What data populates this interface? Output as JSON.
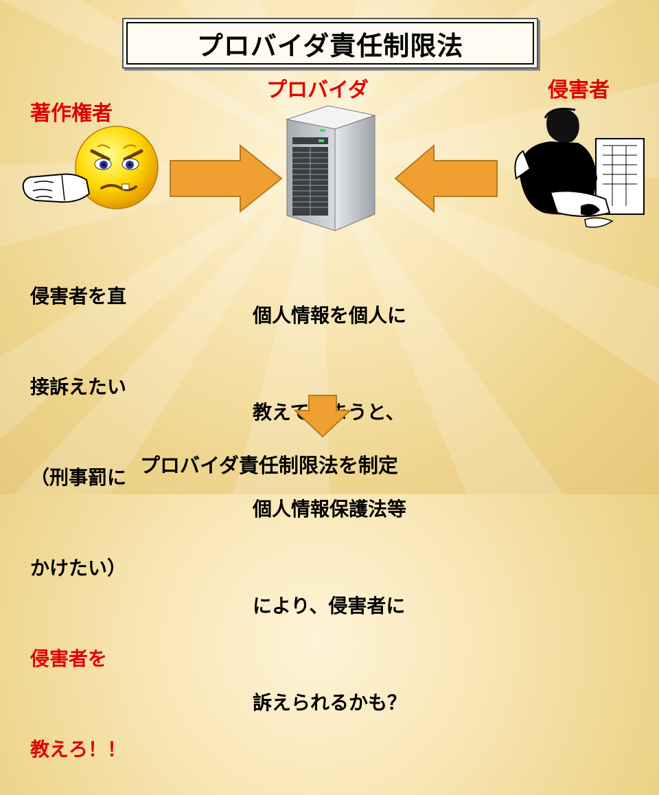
{
  "title": "プロバイダ責任制限法",
  "labels": {
    "copyright_holder": "著作権者",
    "provider": "プロバイダ",
    "infringer": "侵害者"
  },
  "left_text": {
    "lines": [
      "侵害者を直",
      "接訴えたい",
      "（刑事罰に",
      "かけたい）"
    ],
    "red_lines": [
      "侵害者を",
      "教えろ！！"
    ]
  },
  "center_text": {
    "lines": [
      "個人情報を個人に",
      "教えてしまうと、",
      "個人情報保護法等",
      "により、侵害者に",
      "訴えられるかも？"
    ]
  },
  "conclusion": "プロバイダ責任制限法を制定",
  "colors": {
    "red": "#e00000",
    "arrow": "#f0a030",
    "arrow_stroke": "#b57a22"
  },
  "icons": [
    "angry-face-icon",
    "pointing-hand-icon",
    "server-icon",
    "person-at-computer-icon"
  ]
}
